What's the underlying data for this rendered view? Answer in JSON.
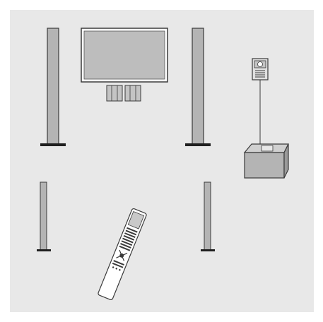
{
  "diagram": {
    "colors": {
      "panel_background": "#e8e8e8",
      "device_fill": "#b4b4b4",
      "device_fill_light": "#cfcfcf",
      "screen_fill": "#bdbdbd",
      "outline": "#3a3a3a",
      "base_dark": "#1f1f1f",
      "remote_body": "#ffffff",
      "remote_display": "#c9c9c9"
    },
    "components": [
      {
        "name": "flat-screen-tv",
        "icon": "tv-icon"
      },
      {
        "name": "center-speaker-pair",
        "icon": "speaker-icon"
      },
      {
        "name": "front-left-speaker",
        "icon": "floor-speaker-icon"
      },
      {
        "name": "front-right-speaker",
        "icon": "floor-speaker-icon"
      },
      {
        "name": "rear-left-speaker",
        "icon": "floor-speaker-icon"
      },
      {
        "name": "rear-right-speaker",
        "icon": "floor-speaker-icon"
      },
      {
        "name": "wall-music-system",
        "icon": "cd-player-icon"
      },
      {
        "name": "subwoofer",
        "icon": "subwoofer-icon"
      },
      {
        "name": "remote-control",
        "icon": "remote-icon"
      }
    ]
  }
}
